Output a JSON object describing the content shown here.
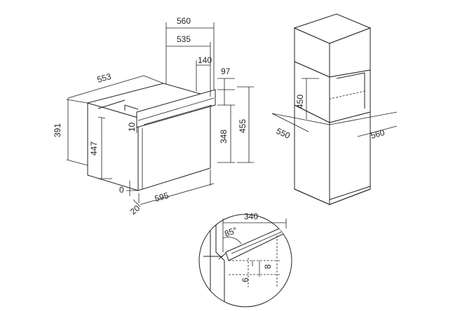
{
  "dimensions": {
    "oven_depth_total": "560",
    "oven_depth_body": "535",
    "oven_top_recess": "140",
    "oven_control_height": "97",
    "oven_side_depth": "553",
    "oven_height_total": "391",
    "oven_height_body": "447",
    "oven_frame_top": "10",
    "oven_front_height": "348",
    "oven_front_height_total": "455",
    "oven_bottom_gap": "0",
    "oven_front_offset": "20",
    "oven_width": "595",
    "niche_height": "450",
    "niche_depth": "550",
    "niche_width": "560",
    "door_opening_depth": "340",
    "door_angle": "85°",
    "door_gap_small": "6",
    "door_gap_large": "8"
  },
  "colors": {
    "line": "#231f20",
    "background": "#ffffff"
  }
}
